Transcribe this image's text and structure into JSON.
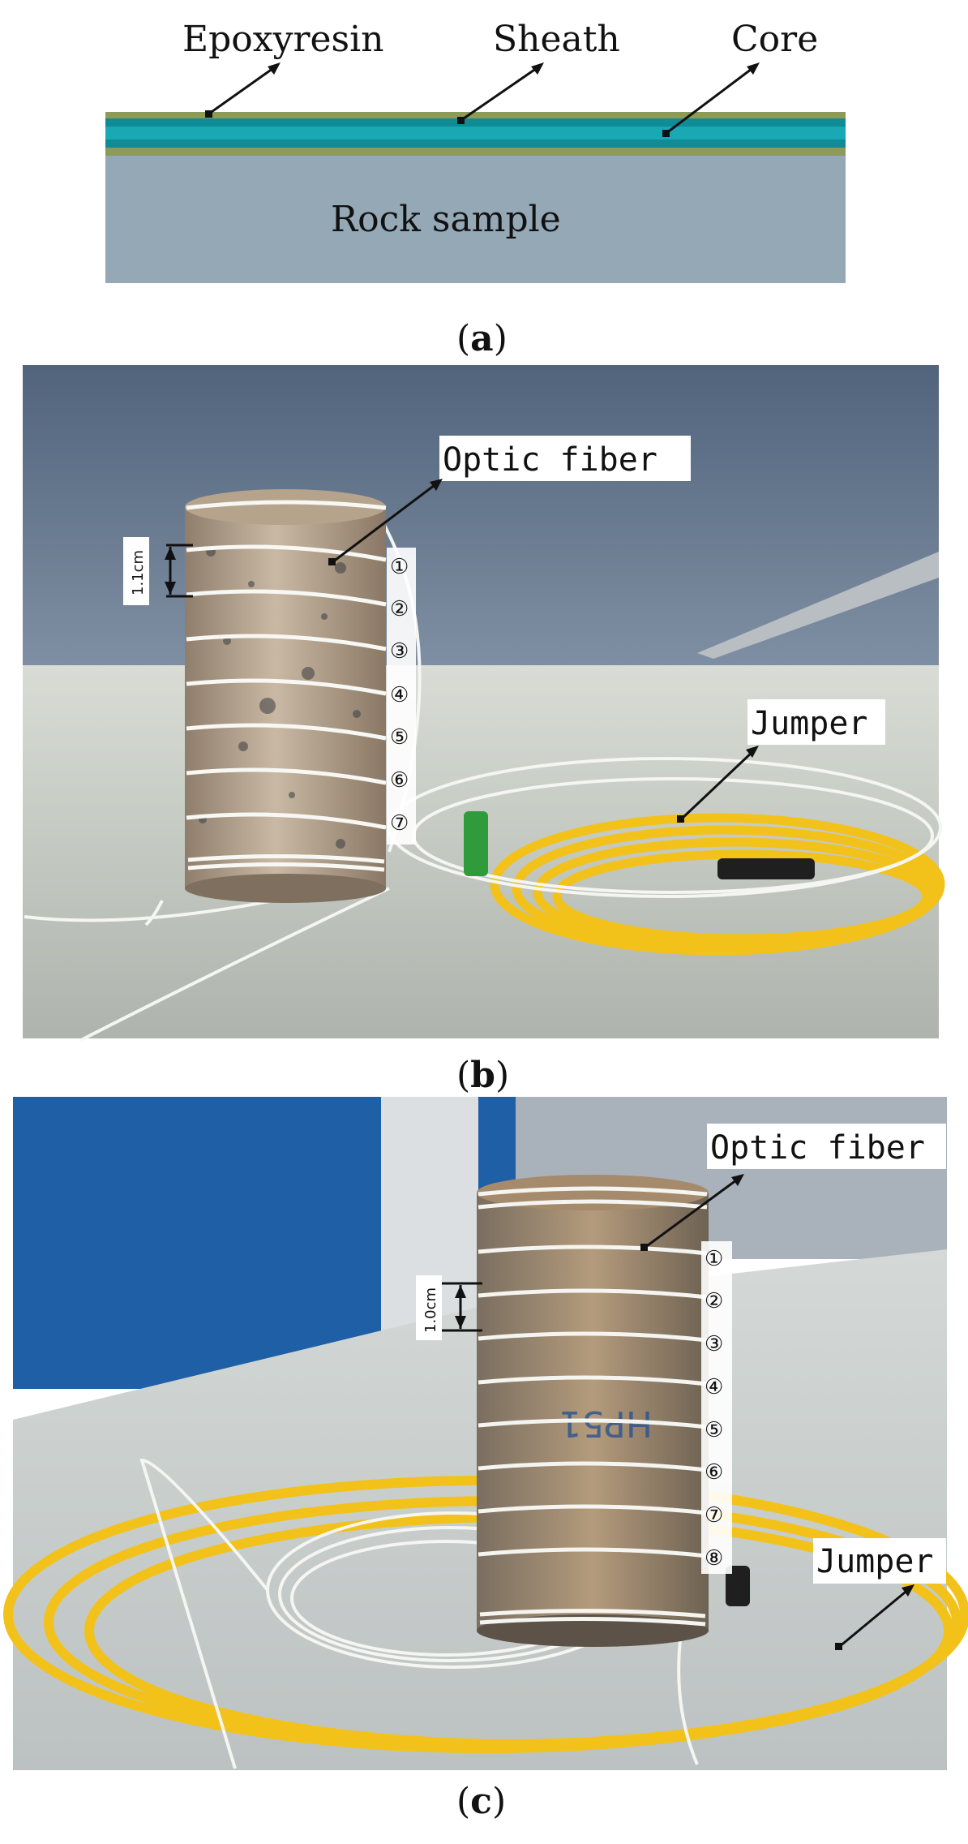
{
  "panel_a": {
    "labels": {
      "epoxy": "Epoxyresin",
      "sheath": "Sheath",
      "core": "Core",
      "rock": "Rock sample"
    },
    "caption": {
      "open": "(",
      "letter": "a",
      "close": ")"
    },
    "colors": {
      "epoxy": "#8e9b57",
      "sheath": "#0f8c95",
      "core": "#19a9b5",
      "rock": "#94a8b5"
    }
  },
  "panel_b": {
    "optic_label": "Optic fiber",
    "jumper_label": "Jumper",
    "spacing": "1.1cm",
    "markers": [
      "①",
      "②",
      "③",
      "④",
      "⑤",
      "⑥",
      "⑦"
    ],
    "caption": {
      "open": "(",
      "letter": "b",
      "close": ")"
    }
  },
  "panel_c": {
    "optic_label": "Optic fiber",
    "jumper_label": "Jumper",
    "spacing": "1.0cm",
    "markers": [
      "①",
      "②",
      "③",
      "④",
      "⑤",
      "⑥",
      "⑦",
      "⑧"
    ],
    "caption": {
      "open": "(",
      "letter": "c",
      "close": ")"
    }
  }
}
